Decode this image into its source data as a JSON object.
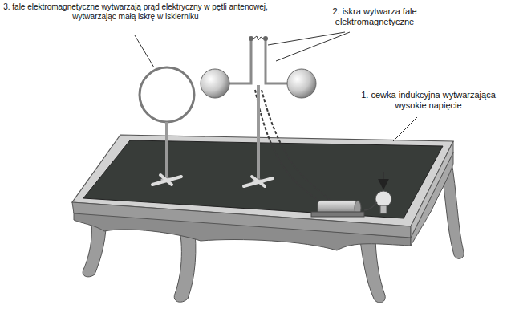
{
  "diagram": {
    "labels": [
      "3. fale elektromagnetyczne wytwarzają prąd elektryczny w pętli antenowej, wytwarzając małą iskrę w iskierniku",
      "2. iskra wytwarza fale elektromagnetyczne",
      "1. cewka indukcyjna wytwarzająca wysokie napięcie"
    ]
  }
}
